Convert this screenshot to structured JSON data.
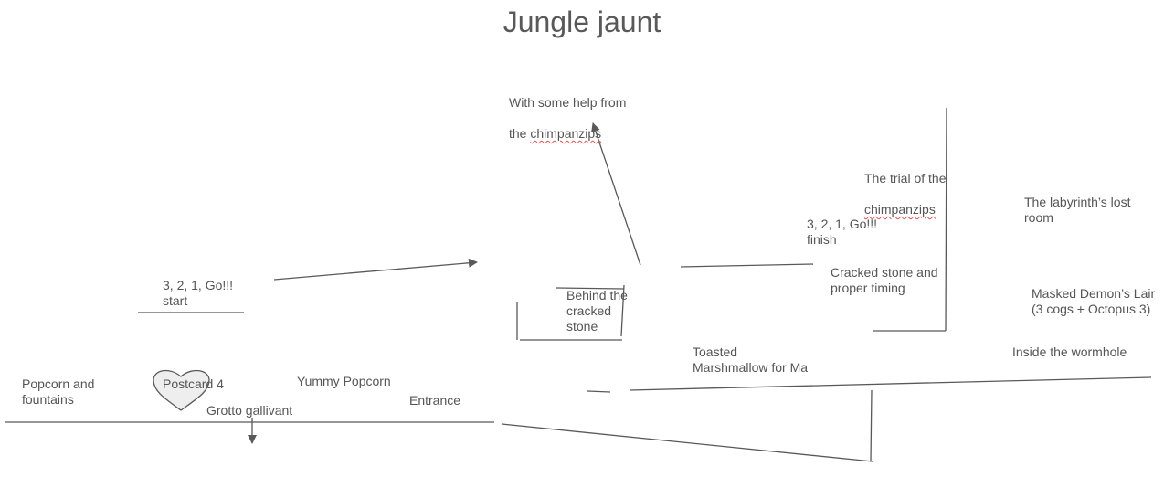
{
  "title": "Jungle jaunt",
  "colors": {
    "line": "#595959",
    "text": "#555555",
    "heart_fill": "#eeeeee",
    "spellcheck": "#e05050"
  },
  "labels": {
    "help_chimpanzips_line1": "With some help from",
    "help_chimpanzips_line2_pre": "the ",
    "help_chimpanzips_line2_word": "chimpanzips",
    "trial_line1": "The trial of the",
    "trial_line2": "chimpanzips",
    "labyrinth": "The labyrinth’s lost\nroom",
    "go_finish": "3, 2, 1, Go!!!\nfinish",
    "cracked_stone_timing": "Cracked stone and\nproper timing",
    "masked_demon": "Masked Demon’s Lair\n(3 cogs + Octopus 3)",
    "go_start": "3, 2, 1, Go!!!\nstart",
    "behind_cracked_stone": "Behind the\ncracked\nstone",
    "toasted_marshmallow": "Toasted\nMarshmallow for Ma",
    "inside_wormhole": "Inside the wormhole",
    "popcorn_fountains": "Popcorn and\nfountains",
    "postcard": "Postcard 4",
    "yummy_popcorn": "Yummy Popcorn",
    "grotto": "Grotto gallivant",
    "entrance": "Entrance"
  }
}
